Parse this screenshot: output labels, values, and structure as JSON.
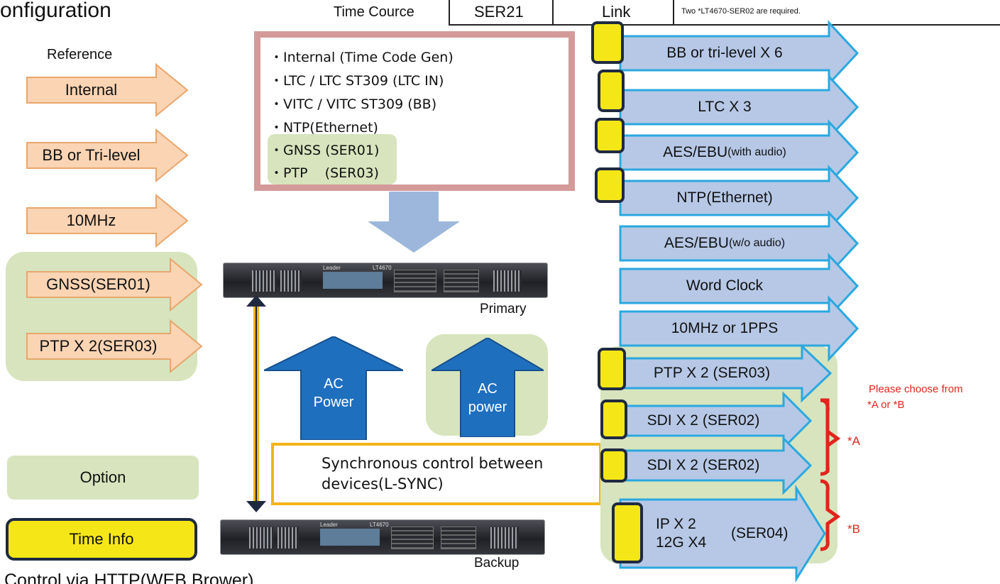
{
  "title": "onfiguration",
  "header": {
    "time_cource": "Time Cource",
    "ser21": "SER21",
    "link": "Link",
    "note": "Two *LT4670-SER02 are required."
  },
  "reference_label": "Reference",
  "inputs": [
    "Internal",
    "BB or Tri-level",
    "10MHz",
    "GNSS(SER01)",
    "PTP X 2(SER03)"
  ],
  "time_sources": [
    "・Internal (Time Code Gen)",
    "・LTC / LTC ST309 (LTC IN)",
    "・VITC / VITC ST309 (BB)",
    "・NTP(Ethernet)",
    "・GNSS (SER01)",
    "・PTP    (SER03)"
  ],
  "outputs": {
    "bb": "BB or tri-level X 6",
    "ltc": "LTC X 3",
    "aes_main": "AES/EBU",
    "aes_with": "(with audio)",
    "ntp": "NTP(Ethernet)",
    "aes2_main": "AES/EBU",
    "aes2_wo": "(w/o audio)",
    "word": "Word Clock",
    "tenmhz": "10MHz or 1PPS",
    "ptp": "PTP X 2 (SER03)",
    "sdi1": "SDI X 2 (SER02)",
    "sdi2": "SDI X 2 (SER02)",
    "ip1": "IP X 2",
    "ip2": "12G X4",
    "ip3": "(SER04)"
  },
  "devices": {
    "primary": "Primary",
    "backup": "Backup",
    "brand": "Leader",
    "model": "LT4670"
  },
  "power": {
    "ac1_a": "AC",
    "ac1_b": "Power",
    "ac2_a": "AC",
    "ac2_b": "power"
  },
  "sync": {
    "line1": "Synchronous control between",
    "line2": "devices(L-SYNC)"
  },
  "legend": {
    "option": "Option",
    "time_info": "Time Info"
  },
  "choose": {
    "line1": "Please choose from",
    "line2": "*A or *B",
    "a": "*A",
    "b": "*B"
  },
  "control": "Control via HTTP(WEB Brower)",
  "colors": {
    "input_fill": "#fbd4b4",
    "output_fill": "#b6c8e6",
    "output_stroke": "#2aa8e0",
    "option_green": "#d7e4bd",
    "time_yellow": "#f5e617",
    "power_blue": "#1f6fbf",
    "sync_orange": "#f4b318",
    "red": "#e0251d"
  }
}
